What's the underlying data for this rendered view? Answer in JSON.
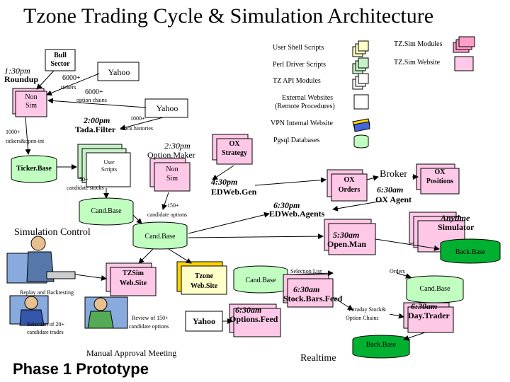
{
  "title": "Tzone Trading Cycle & Simulation Architecture",
  "footer": "Phase 1 Prototype",
  "legend": {
    "user_shell_scripts": "User Shell Scripts",
    "perl_driver_scripts": "Perl Driver Scripts",
    "tz_api_modules": "TZ API Modules",
    "external_websites_1": "External Websites",
    "external_websites_2": "(Remote Procedures)",
    "vpn_internal_website": "VPN Internal Website",
    "pgsql_databases": "Pgsql Databases",
    "tzsim_modules": "TZ.Sim Modules",
    "tzsim_website": "TZ.Sim Website"
  },
  "nodes": {
    "time_130": "1:30pm",
    "roundup": "Roundup",
    "bull_sector_1": "Bull",
    "bull_sector_2": "Sector",
    "yahoo_top": "Yahoo",
    "count_6000_tickers": "6000+",
    "tickers": "tickers",
    "non_sim_1": "Non",
    "non_sim_2": "Sim",
    "count_6000_chains": "6000+",
    "option_chains": "option chains",
    "yahoo_mid": "Yahoo",
    "time_200": "2:00pm",
    "tada_filter": "Tada.Filter",
    "count_1000_hist": "1000+",
    "stock_histories": "stock histories",
    "count_1000_left": "1000+",
    "tickers_open_int": "tickers&open-int",
    "ticker_base": "Ticker.Base",
    "user_scripts_1": "User",
    "user_scripts_2": "Scripts",
    "count_50": "50+",
    "candidate_stocks": "candidate stocks",
    "time_230": "2:30pm",
    "option_maker": "Option.Maker",
    "non_sim_mid_1": "Non",
    "non_sim_mid_2": "Sim",
    "ox_strategy_1": "OX",
    "ox_strategy_2": "Strategy",
    "cand_base_left": "Cand.Base",
    "count_150": "150+",
    "candidate_options": "candidate options",
    "time_430": "4:30pm",
    "edw_web_gen": "EDWeb.Gen",
    "ox_orders_1": "OX",
    "ox_orders_2": "Orders",
    "broker": "Broker",
    "time_630_broker": "6:30am",
    "ox_agent": "OX Agent",
    "ox_positions_1": "OX",
    "ox_positions_2": "Positions",
    "time_630_agents": "6:30pm",
    "edw_web_agents": "EDWeb.Agents",
    "anytime": "Anytime",
    "simulator": "Simulator",
    "simulation_control": "Simulation Control",
    "cand_base_center": "Cand.Base",
    "time_530": "5:30am",
    "open_man": "Open.Man",
    "back_base_right": "Back.Base",
    "tzsim_web_1": "TZSim",
    "tzsim_web_2": "Web.Site",
    "tzone_web_1": "Tzone",
    "tzone_web_2": "Web.Site",
    "cand_base_low": "Cand.Base",
    "selection_list": "Selection List",
    "orders": "Orders",
    "time_630_bars": "6:30am",
    "stock_bars_feed": "Stock.Bars.Feed",
    "cand_base_right": "Cand.Base",
    "replay_backtesting": "Replay and Backtesting",
    "time_630_options": "6:30am",
    "options_feed": "Options.Feed",
    "intraday_1": "Intraday Stock&",
    "intraday_2": "Option Chains",
    "time_630_day": "6:30am",
    "day_trader": "Day.Trader",
    "selection_20_1": "Selection of 20+",
    "selection_20_2": "candidate trades",
    "review_150_1": "Review of 150+",
    "review_150_2": "candidate options",
    "yahoo_low": "Yahoo",
    "back_base_low": "Back.Base",
    "manual_approval": "Manual Approval Meeting",
    "realtime": "Realtime"
  },
  "colors": {
    "user_shell": "#ffffc8",
    "perl_driver": "#c8f0c8",
    "tz_api": "#ffffff",
    "external": "#ffffff",
    "vpn": "#ffd400",
    "pgsql": "#c0ffc0",
    "tzsim_modules": "#ff9ec8",
    "tzsim_website": "#ffc8e6",
    "back_base": "#00b030"
  }
}
